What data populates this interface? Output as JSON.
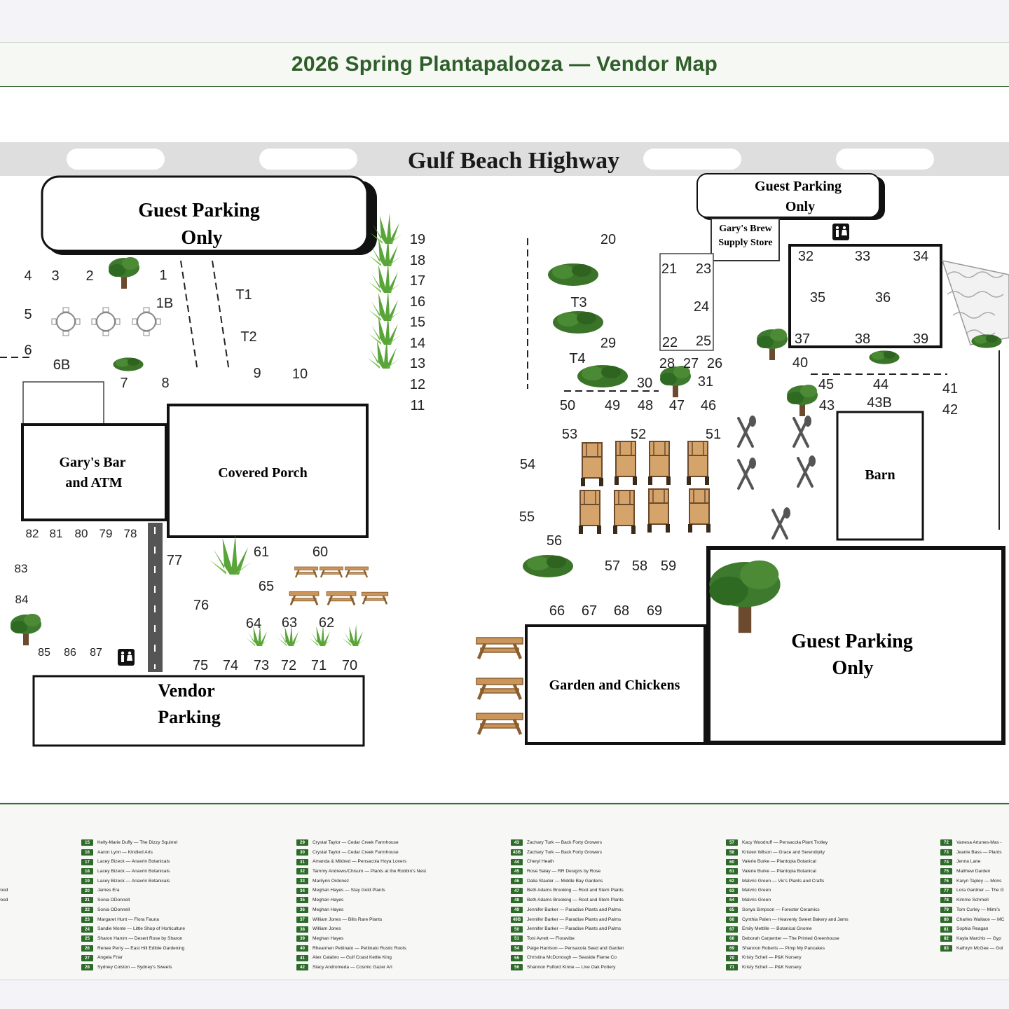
{
  "title": "2026 Spring Plantapalooza — Vendor Map",
  "map": {
    "road": "Gulf Beach Highway",
    "areas": {
      "guest_parking_left": [
        "Guest Parking",
        "Only"
      ],
      "guest_parking_top_right": [
        "Guest Parking",
        "Only"
      ],
      "guest_parking_bottom_right": [
        "Guest Parking",
        "Only"
      ],
      "brew_store": [
        "Gary's Brew",
        "Supply Store"
      ],
      "bar": [
        "Gary's Bar",
        "and ATM"
      ],
      "porch": "Covered Porch",
      "barn": "Barn",
      "garden": "Garden and Chickens",
      "vendor_parking": [
        "Vendor",
        "Parking"
      ]
    },
    "booths": {
      "b4": "4",
      "b3": "3",
      "b2": "2",
      "b1": "1",
      "b1b": "1B",
      "b5": "5",
      "b6": "6",
      "b6b": "6B",
      "b7": "7",
      "b8": "8",
      "b9": "9",
      "b10": "10",
      "bt1": "T1",
      "bt2": "T2",
      "bt3": "T3",
      "bt4": "T4",
      "b19": "19",
      "b18": "18",
      "b17": "17",
      "b16": "16",
      "b15": "15",
      "b14": "14",
      "b13": "13",
      "b12": "12",
      "b11": "11",
      "b20": "20",
      "b21": "21",
      "b23": "23",
      "b24": "24",
      "b22": "22",
      "b25": "25",
      "b29": "29",
      "b28": "28",
      "b27": "27",
      "b26": "26",
      "b30": "30",
      "b31": "31",
      "b50": "50",
      "b49": "49",
      "b48": "48",
      "b47": "47",
      "b46": "46",
      "b32": "32",
      "b33": "33",
      "b34": "34",
      "b35": "35",
      "b36": "36",
      "b37": "37",
      "b38": "38",
      "b39": "39",
      "b40": "40",
      "b45": "45",
      "b44": "44",
      "b43": "43",
      "b43b": "43B",
      "b41": "41",
      "b42": "42",
      "b53": "53",
      "b52": "52",
      "b51": "51",
      "b54": "54",
      "b55": "55",
      "b56": "56",
      "b57": "57",
      "b58": "58",
      "b59": "59",
      "b66": "66",
      "b67": "67",
      "b68": "68",
      "b69": "69",
      "b82": "82",
      "b81": "81",
      "b80": "80",
      "b79": "79",
      "b78": "78",
      "b77": "77",
      "b83": "83",
      "b84": "84",
      "b85": "85",
      "b86": "86",
      "b87": "87",
      "b76": "76",
      "b61": "61",
      "b60": "60",
      "b65": "65",
      "b64": "64",
      "b63": "63",
      "b62": "62",
      "b75": "75",
      "b74": "74",
      "b73": "73",
      "b72": "72",
      "b71": "71",
      "b70": "70"
    }
  },
  "legend": {
    "col0": [
      {
        "num": "",
        "name": ""
      },
      {
        "num": "",
        "name": ""
      },
      {
        "num": "",
        "name": ""
      },
      {
        "num": "",
        "name": ""
      },
      {
        "num": "",
        "name": ""
      },
      {
        "num": "",
        "name": "ewood"
      },
      {
        "num": "",
        "name": "ewood"
      }
    ],
    "col1": [
      {
        "num": "15",
        "name": "Kelly-Marie Duffy — The Dizzy Squirrel"
      },
      {
        "num": "16",
        "name": "Aaron Lynn — Kindled Arts"
      },
      {
        "num": "17",
        "name": "Lacey Bizeck — Anavrin Botanicals"
      },
      {
        "num": "18",
        "name": "Lacey Bizeck — Anavrin Botanicals"
      },
      {
        "num": "19",
        "name": "Lacey Bizeck — Anavrin Botanicals"
      },
      {
        "num": "20",
        "name": "James Era"
      },
      {
        "num": "21",
        "name": "Sonia ODonnell"
      },
      {
        "num": "22",
        "name": "Sonia ODonnell"
      },
      {
        "num": "23",
        "name": "Margaret Hunt — Flora Fauna"
      },
      {
        "num": "24",
        "name": "Sandie Monte — Little Shop of Horticulture"
      },
      {
        "num": "25",
        "name": "Sharon Hamm — Desert Rose by Sharon"
      },
      {
        "num": "26",
        "name": "Renee Perry — East Hill Edible Gardening"
      },
      {
        "num": "27",
        "name": "Angela Friar"
      },
      {
        "num": "28",
        "name": "Sydney Colston — Sydney's Sweets"
      }
    ],
    "col2": [
      {
        "num": "29",
        "name": "Crystal Taylor — Cedar Creek Farmhouse"
      },
      {
        "num": "30",
        "name": "Crystal Taylor — Cedar Creek Farmhouse"
      },
      {
        "num": "31",
        "name": "Amanda & Mildred — Pensacola Hoya Lovers"
      },
      {
        "num": "32",
        "name": "Tammy Andrews/Chisum — Plants at the Robbin's Nest"
      },
      {
        "num": "33",
        "name": "Marilynn Ordonez"
      },
      {
        "num": "34",
        "name": "Meghan Hayes — Stay Gold Plants"
      },
      {
        "num": "35",
        "name": "Meghan Hayes"
      },
      {
        "num": "36",
        "name": "Meghan Hayes"
      },
      {
        "num": "37",
        "name": "William Jones — Bills Rare Plants"
      },
      {
        "num": "38",
        "name": "William Jones"
      },
      {
        "num": "39",
        "name": "Meghan Hayes"
      },
      {
        "num": "40",
        "name": "Rheannen Pettinato — Pettinato Rustic Roots"
      },
      {
        "num": "41",
        "name": "Alex Calabro — Gulf Coast Kettle King"
      },
      {
        "num": "42",
        "name": "Stacy Andromeda — Cosmic Gazer Art"
      }
    ],
    "col3": [
      {
        "num": "43",
        "name": "Zachary Turk — Back Forty Growers"
      },
      {
        "num": "43B",
        "name": "Zachary Turk — Back Forty Growers"
      },
      {
        "num": "44",
        "name": "Cheryl Heath"
      },
      {
        "num": "45",
        "name": "Rose Salay — RR Designs by Rose"
      },
      {
        "num": "46",
        "name": "Dalia Stauter — Middle Bay Gardens"
      },
      {
        "num": "47",
        "name": "Beth Adams Brooking — Root and Stem Plants"
      },
      {
        "num": "48",
        "name": "Beth Adams Brooking — Root and Stem Plants"
      },
      {
        "num": "49",
        "name": "Jennifer Barker — Paradise Plants and Palms"
      },
      {
        "num": "49B",
        "name": "Jennifer Barker — Paradise Plants and Palms"
      },
      {
        "num": "50",
        "name": "Jennifer Barker — Paradise Plants and Palms"
      },
      {
        "num": "51",
        "name": "Toni Avrett — Floravibe"
      },
      {
        "num": "54",
        "name": "Paige Harrison — Pensacola Seed and Garden"
      },
      {
        "num": "55",
        "name": "Christina McDonough — Seaside Flame Co"
      },
      {
        "num": "56",
        "name": "Shannon Fulford Kinne — Live Oak Pottery"
      }
    ],
    "col4": [
      {
        "num": "57",
        "name": "Kacy Woodruff — Pensacola Plant Trolley"
      },
      {
        "num": "58",
        "name": "Kristen Wilson — Grace and Serendipity"
      },
      {
        "num": "60",
        "name": "Valerie Burke — Plantopia Botanical"
      },
      {
        "num": "61",
        "name": "Valerie Burke — Plantopia Botanical"
      },
      {
        "num": "62",
        "name": "Malvric Green — Vic's Plants and Crafts"
      },
      {
        "num": "63",
        "name": "Malvric Green"
      },
      {
        "num": "64",
        "name": "Malvric Green"
      },
      {
        "num": "65",
        "name": "Sonya Simpson — Forester Ceramics"
      },
      {
        "num": "66",
        "name": "Cynthia Palen — Heavenly Sweet Bakery and Jams"
      },
      {
        "num": "67",
        "name": "Emily Mettille — Botanical Gnome"
      },
      {
        "num": "68",
        "name": "Deborah Carpenter — The Printed Greenhouse"
      },
      {
        "num": "69",
        "name": "Shannon Roberts — Pimp My Pancakes"
      },
      {
        "num": "70",
        "name": "Kristy Schell — P&K Nursery"
      },
      {
        "num": "71",
        "name": "Kristy Schell — P&K Nursery"
      }
    ],
    "col5": [
      {
        "num": "72",
        "name": "Vanesa Artunes-Mas -"
      },
      {
        "num": "73",
        "name": "Jeanie Bass — Plants"
      },
      {
        "num": "74",
        "name": "Jenna Lane"
      },
      {
        "num": "75",
        "name": "Matthew Darden"
      },
      {
        "num": "76",
        "name": "Karyn Tapley — Mons"
      },
      {
        "num": "77",
        "name": "Lora Gardner — The G"
      },
      {
        "num": "78",
        "name": "Kimme Schmell"
      },
      {
        "num": "79",
        "name": "Tom Curley — Mimi's"
      },
      {
        "num": "80",
        "name": "Charles Wallace — MC"
      },
      {
        "num": "81",
        "name": "Sophia Reagan"
      },
      {
        "num": "82",
        "name": "Kayla Marchis — Gyp"
      },
      {
        "num": "83",
        "name": "Kathryn McGee — Gol"
      }
    ]
  },
  "colors": {
    "accent": "#2f5e2a",
    "badge": "#2e6b2b",
    "tree": "#3e7a2e",
    "table": "#c9955a"
  }
}
